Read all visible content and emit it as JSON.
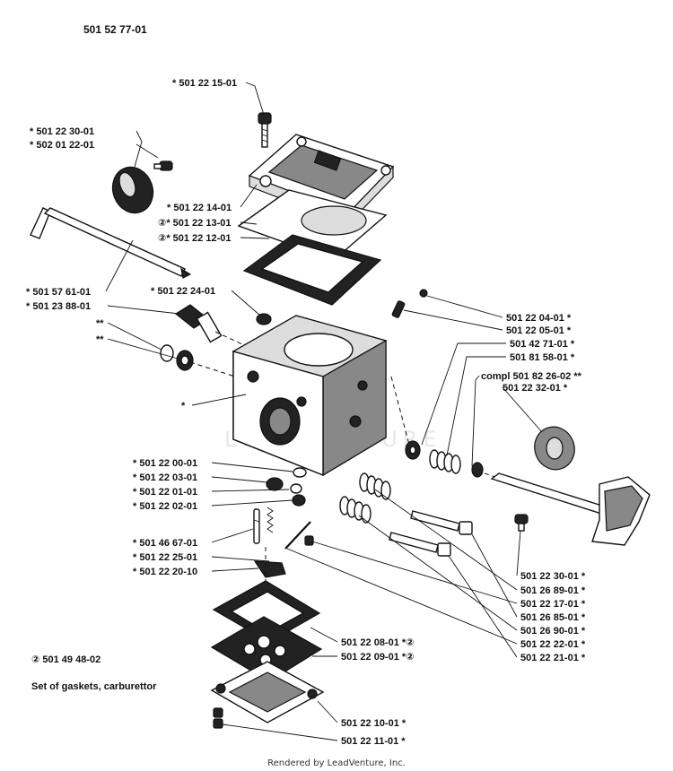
{
  "header": {
    "part_number": "501 52 77-01"
  },
  "watermark": "LEADVENTURE",
  "callouts": {
    "c01": "* 501 22 15-01",
    "c02": "* 501 22 30-01",
    "c03": "* 502 01 22-01",
    "c04": "* 501 22 14-01",
    "c05": "②* 501 22 13-01",
    "c06": "②* 501 22 12-01",
    "c07": "* 501 57 61-01",
    "c08": "* 501 23 88-01",
    "c09": "* 501 22 24-01",
    "c10": "**",
    "c11": "**",
    "c12": "*",
    "c13": "501 22 04-01  *",
    "c14": "501 22 05-01  *",
    "c15": "501 42 71-01  *",
    "c16": "501 81 58-01  *",
    "c17": "compl 501 82 26-02  **",
    "c18": "501 22 32-01  *",
    "c19": "* 501 22 00-01",
    "c20": "* 501 22 03-01",
    "c21": "* 501 22 01-01",
    "c22": "* 501 22 02-01",
    "c23": "* 501 46 67-01",
    "c24": "* 501 22 25-01",
    "c25": "* 501 22 20-10",
    "c26": "501 22 30-01  *",
    "c27": "501 26 89-01  *",
    "c28": "501 22 17-01  *",
    "c29": "501 26 85-01  *",
    "c30": "501 26 90-01  *",
    "c31": "501 22 22-01  *",
    "c32": "501 22 21-01  *",
    "c33": "501 22 08-01  *②",
    "c34": "501 22 09-01  *②",
    "c35": "501 22 10-01  *",
    "c36": "501 22 11-01  *"
  },
  "gasket_set": {
    "number": "② 501 49 48-02",
    "description": "Set of gaskets, carburettor"
  },
  "footer": {
    "credit": "Rendered by LeadVenture, Inc."
  }
}
